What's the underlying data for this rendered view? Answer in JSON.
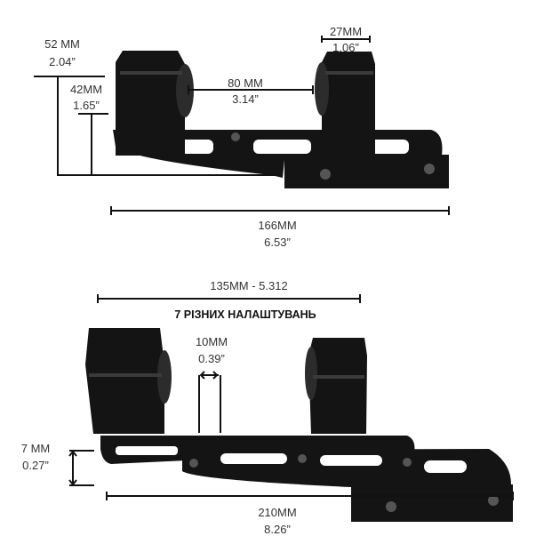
{
  "top_mount": {
    "height_total": {
      "mm": "52 MM",
      "in": "2.04”"
    },
    "height_center": {
      "mm": "42MM",
      "in": "1.65”"
    },
    "ring_width": {
      "mm": "27MM",
      "in": "1.06”"
    },
    "ring_spacing": {
      "mm": "80 MM",
      "in": "3.14”"
    },
    "length": {
      "mm": "166MM",
      "in": "6.53”"
    }
  },
  "bottom_mount": {
    "adjust_range": {
      "label": "135MM - 5.312"
    },
    "settings_note": "7 РІЗНИХ НАЛАШТУВАНЬ",
    "step": {
      "mm": "10MM",
      "in": "0.39”"
    },
    "offset": {
      "mm": "7 MM",
      "in": "0.27”"
    },
    "length": {
      "mm": "210MM",
      "in": "8.26”"
    }
  },
  "colors": {
    "metal": "#141414",
    "line": "#111111",
    "highlight": "#3a3a3a"
  }
}
